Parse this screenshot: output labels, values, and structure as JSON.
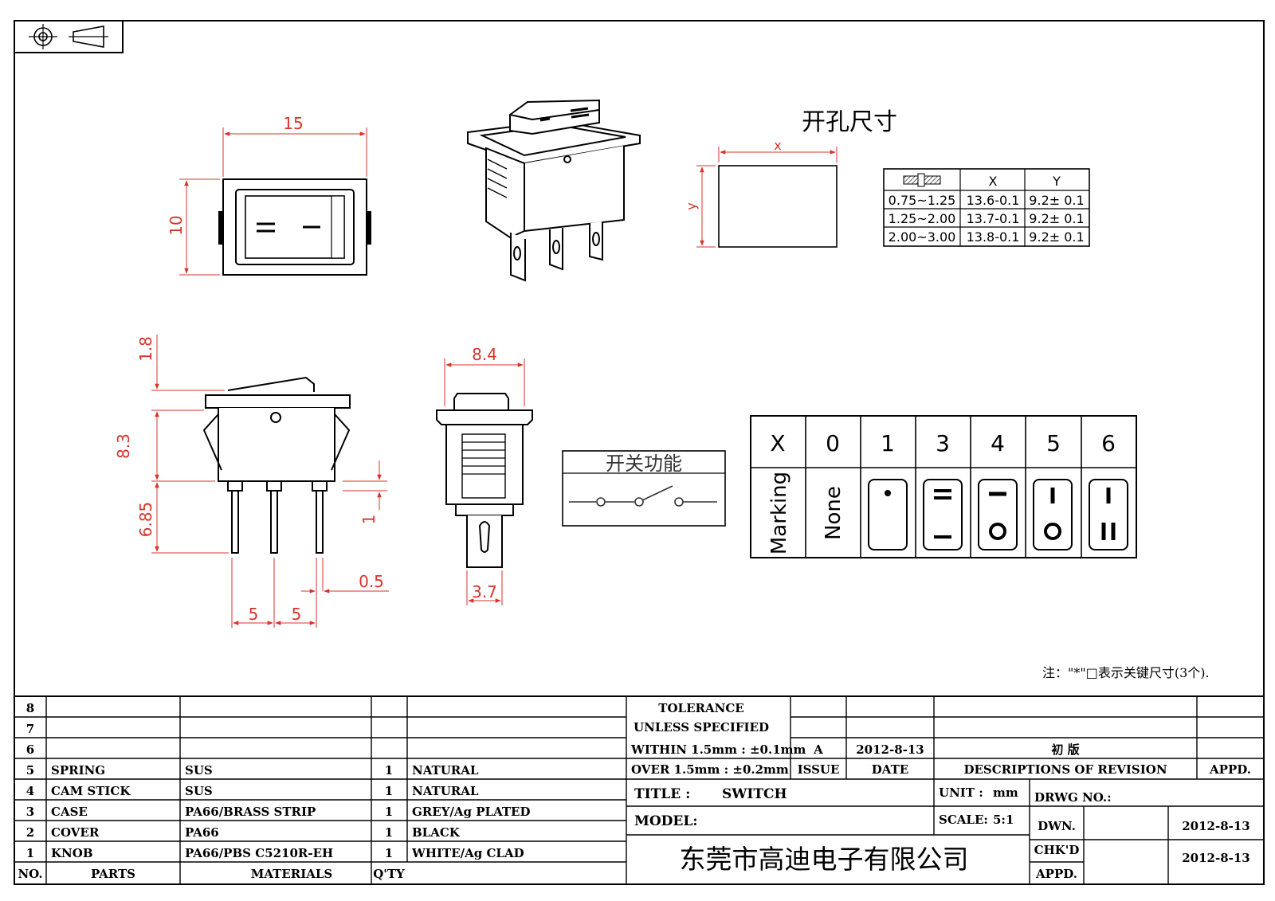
{
  "views": {
    "front": {
      "width_dim": "15",
      "height_dim": "10"
    },
    "side": {
      "knob_dim": "1.8",
      "body_dim": "8.3",
      "pin_dim": "6.85",
      "shoulder_dim": "1",
      "pin_thickness": "0.5",
      "pitch_left": "5",
      "pitch_right": "5"
    },
    "end": {
      "width_dim": "8.4",
      "tab_dim": "3.7"
    }
  },
  "cutout": {
    "title": "开孔尺寸",
    "x_label": "x",
    "y_label": "y",
    "table": {
      "headers": [
        "",
        "X",
        "Y"
      ],
      "rows": [
        [
          "0.75~1.25",
          "13.6-0.1",
          "9.2± 0.1"
        ],
        [
          "1.25~2.00",
          "13.7-0.1",
          "9.2± 0.1"
        ],
        [
          "2.00~3.00",
          "13.8-0.1",
          "9.2± 0.1"
        ]
      ]
    }
  },
  "switch_function": {
    "title": "开关功能"
  },
  "marking": {
    "header": [
      "X",
      "0",
      "1",
      "3",
      "4",
      "5",
      "6"
    ],
    "row_label": "Marking",
    "none_label": "None"
  },
  "note": "注：\"*\"□表示关键尺寸(3个).",
  "bom": {
    "rows": [
      {
        "no": "8",
        "part": "",
        "material": "",
        "qty": "",
        "finish": ""
      },
      {
        "no": "7",
        "part": "",
        "material": "",
        "qty": "",
        "finish": ""
      },
      {
        "no": "6",
        "part": "",
        "material": "",
        "qty": "",
        "finish": ""
      },
      {
        "no": "5",
        "part": "SPRING",
        "material": "SUS",
        "qty": "1",
        "finish": "NATURAL"
      },
      {
        "no": "4",
        "part": "CAM STICK",
        "material": "SUS",
        "qty": "1",
        "finish": "NATURAL"
      },
      {
        "no": "3",
        "part": "CASE",
        "material": "PA66/BRASS STRIP",
        "qty": "1",
        "finish": "GREY/Ag PLATED"
      },
      {
        "no": "2",
        "part": "COVER",
        "material": "PA66",
        "qty": "1",
        "finish": "BLACK"
      },
      {
        "no": "1",
        "part": "KNOB",
        "material": "PA66/PBS C5210R-EH",
        "qty": "1",
        "finish": "WHITE/Ag CLAD"
      }
    ],
    "headers": {
      "no": "NO.",
      "part": "PARTS",
      "material": "MATERIALS",
      "qty": "Q'TY"
    }
  },
  "title_block": {
    "tolerance_1": "TOLERANCE",
    "tolerance_2": "UNLESS  SPECIFIED",
    "within": "WITHIN 1.5mm : ±0.1mm",
    "over": "OVER 1.5mm : ±0.2mm",
    "issue_val": "A",
    "date_val": "2012-8-13",
    "revision_val": "初  版",
    "issue_hdr": "ISSUE",
    "date_hdr": "DATE",
    "desc_hdr": "DESCRIPTIONS OF REVISION",
    "appd_hdr": "APPD.",
    "title_label": "TITLE :",
    "title_val": "SWITCH",
    "unit_label": "UNIT :",
    "unit_val": "mm",
    "drwg_label": "DRWG NO.:",
    "model_label": "MODEL:",
    "scale_label": "SCALE:",
    "scale_val": "5:1",
    "dwn_label": "DWN.",
    "dwn_date": "2012-8-13",
    "chkd_label": "CHK'D",
    "chkd_date": "2012-8-13",
    "appd_label": "APPD.",
    "company": "东莞市高迪电子有限公司"
  }
}
